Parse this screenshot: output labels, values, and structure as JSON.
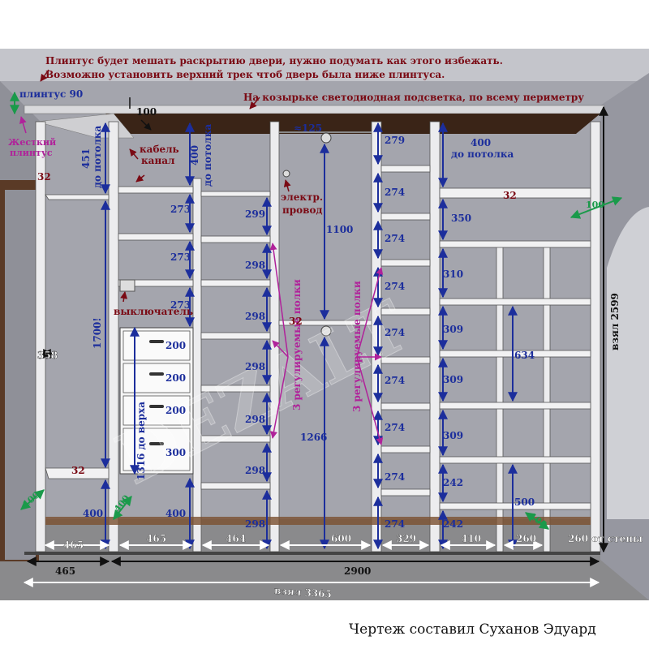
{
  "notes": {
    "line1": "Плинтус будет мешать раскрытию двери, нужно подумать как этого избежать.",
    "line2": "Возможно установить верхний трек чтоб дверь была ниже плинтуса.",
    "led": "На козырьке светодиодная подсветка, по всему периметру",
    "plinth_top": "плинтус 90",
    "hard_plinth_1": "Жесткий",
    "hard_plinth_2": "плинтус",
    "cable_1": "кабель",
    "cable_2": "канал",
    "switch": "выключатель",
    "wire_1": "электр.",
    "wire_2": "провод",
    "adjustable": "3 регулируемые полки",
    "watermark": "DEZALT"
  },
  "dims": {
    "d100": "100",
    "d32a": "32",
    "d451": "451",
    "to_ceiling": "до потолка",
    "d400a": "400",
    "d1700": "1700!",
    "d358": "358",
    "d32b": "32",
    "d273a": "273",
    "d273b": "273",
    "d273c": "273",
    "d200a": "200",
    "d200b": "200",
    "d200c": "200",
    "d300": "300",
    "d1316": "1316 до верха",
    "d400b": "400",
    "d400c": "400",
    "d400d": "400",
    "d299": "299",
    "d298a": "298",
    "d298b": "298",
    "d298c": "298",
    "d298d": "298",
    "d298e": "298",
    "d298f": "298",
    "d125": "≈125",
    "d1100": "1100",
    "d32c": "32",
    "d1266": "1266",
    "d279": "279",
    "d274a": "274",
    "d274b": "274",
    "d274c": "274",
    "d274d": "274",
    "d274e": "274",
    "d274f": "274",
    "d274g": "274",
    "d400e": "400",
    "d32d": "32",
    "d350": "350",
    "d310": "310",
    "d309a": "309",
    "d309b": "309",
    "d309c": "309",
    "d634": "634",
    "d242a": "242",
    "d242b": "242",
    "d500": "500",
    "d100b": "100",
    "d100c": "100",
    "d100d": "100",
    "d2599": "взял 2599",
    "b465a": "465",
    "b465b": "465",
    "b464": "464",
    "b600": "600",
    "b329": "329",
    "b410": "410",
    "b260": "260",
    "b260w": "260 от стены",
    "b465c": "465",
    "b2900": "2900",
    "b3365": "взял 3365"
  },
  "credit": "Чертеж составил Суханов Эдуард",
  "colors": {
    "dim": "#1c2e9c",
    "note": "#7a0a14",
    "accent": "#b0229a",
    "wall": "#9fa0a8",
    "floor": "#8b8b8d",
    "shelf": "#efefef",
    "edge": "#444",
    "wood": "#3a2417"
  }
}
